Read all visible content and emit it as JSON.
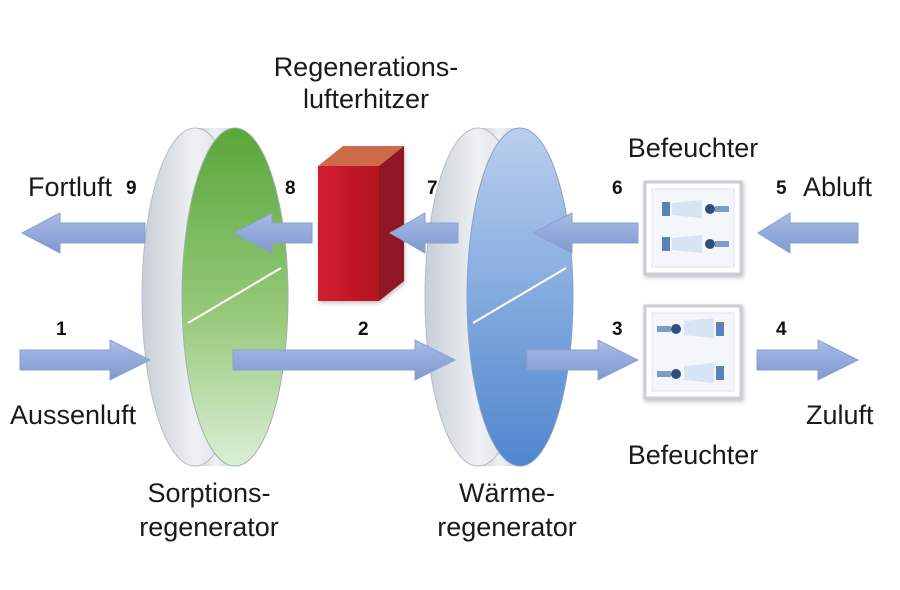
{
  "labels": {
    "heater_line1": "Regenerations-",
    "heater_line2": "lufterhitzer",
    "humidifier_top": "Befeuchter",
    "humidifier_bottom": "Befeuchter",
    "exhaust_out": "Fortluft",
    "exhaust_in": "Abluft",
    "outside_air": "Aussenluft",
    "supply_air": "Zuluft",
    "sorption_line1": "Sorptions-",
    "sorption_line2": "regenerator",
    "heat_line1": "Wärme-",
    "heat_line2": "regenerator"
  },
  "points": {
    "p1": "1",
    "p2": "2",
    "p3": "3",
    "p4": "4",
    "p5": "5",
    "p6": "6",
    "p7": "7",
    "p8": "8",
    "p9": "9"
  },
  "colors": {
    "arrow": "#8fa6d8",
    "sorption_green": "#6fb24a",
    "heat_blue": "#6f9bd6",
    "heater_red": "#c0182a",
    "disc_grey": "#d8dde3"
  }
}
